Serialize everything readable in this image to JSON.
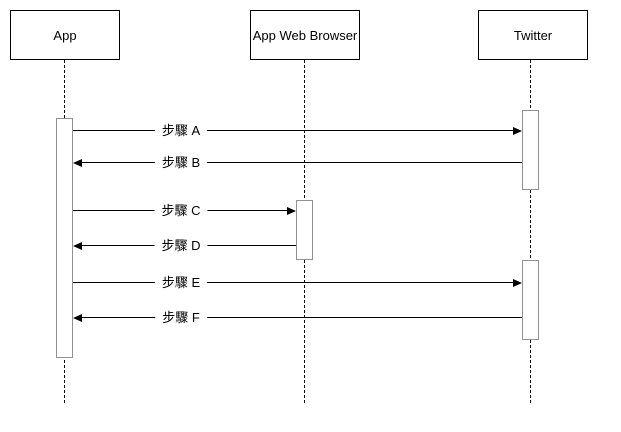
{
  "diagram": {
    "type": "uml-sequence-diagram",
    "background": "#ffffff"
  },
  "actors": [
    {
      "name": "App"
    },
    {
      "name": "App Web Browser"
    },
    {
      "name": "Twitter"
    }
  ],
  "messages": [
    {
      "label": "步驟 A",
      "from": "App",
      "to": "Twitter",
      "direction": "right"
    },
    {
      "label": "步驟 B",
      "from": "Twitter",
      "to": "App",
      "direction": "left"
    },
    {
      "label": "步驟 C",
      "from": "App",
      "to": "App Web Browser",
      "direction": "right"
    },
    {
      "label": "步驟 D",
      "from": "App Web Browser",
      "to": "App",
      "direction": "left"
    },
    {
      "label": "步驟 E",
      "from": "App",
      "to": "Twitter",
      "direction": "right"
    },
    {
      "label": "步驟 F",
      "from": "Twitter",
      "to": "App",
      "direction": "left"
    }
  ],
  "colors": {
    "background": "#ffffff",
    "actor_border": "#000000",
    "lifeline": "#000000",
    "activation_border": "#919191",
    "activation_fill": "#ffffff",
    "message_line": "#000000",
    "text": "#000000"
  }
}
